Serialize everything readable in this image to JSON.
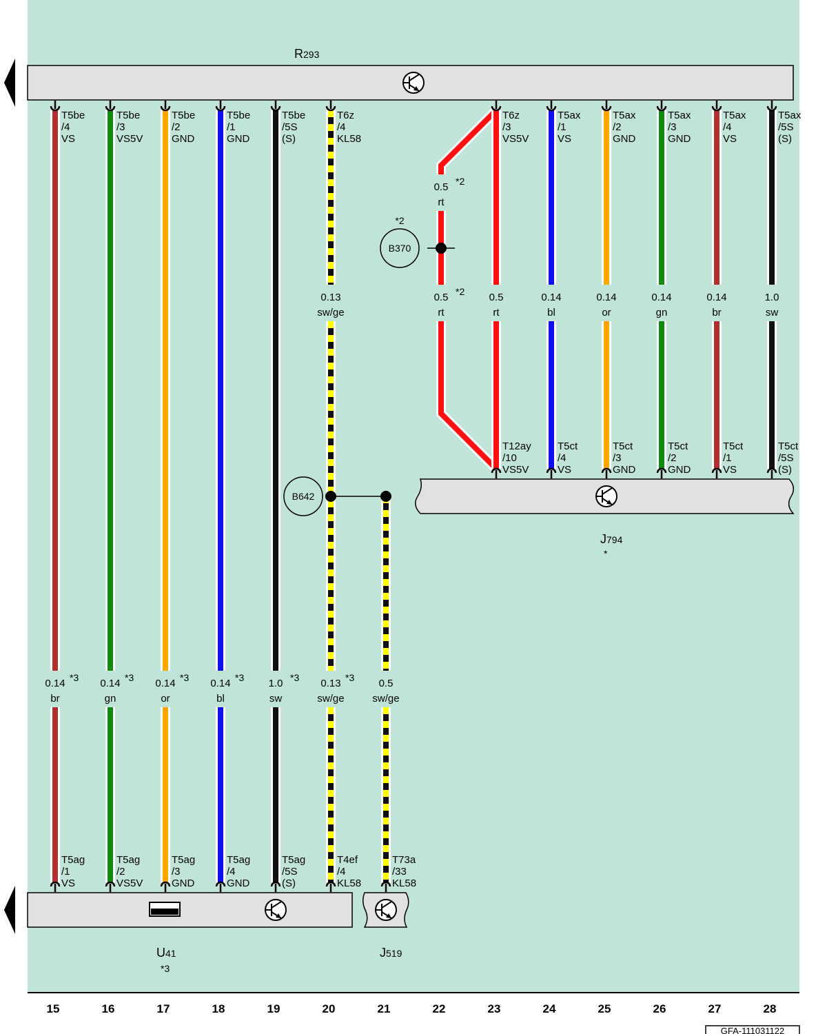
{
  "document_id": "GFA-111031122",
  "background_color": "#c0e4d8",
  "wire_colors": {
    "br": "#b03030",
    "gn": "#108a10",
    "or": "#ffa500",
    "bl": "#1010ee",
    "sw": "#101010",
    "rt": "#ff1010",
    "ge": "#ffff00"
  },
  "components": {
    "R293": {
      "label": "R",
      "sub": "293",
      "icon": "transistor-icon"
    },
    "J794": {
      "label": "J",
      "sub": "794",
      "note": "*",
      "icon": "transistor-icon"
    },
    "U41": {
      "label": "U",
      "sub": "41",
      "note": "*3",
      "icons": [
        "connector-icon",
        "transistor-icon"
      ]
    },
    "J519": {
      "label": "J",
      "sub": "519",
      "icon": "transistor-icon"
    }
  },
  "splices": [
    {
      "id": "B370",
      "label": "B370",
      "note": "*2"
    },
    {
      "id": "B642",
      "label": "B642"
    }
  ],
  "column_numbers": [
    "15",
    "16",
    "17",
    "18",
    "19",
    "20",
    "21",
    "22",
    "23",
    "24",
    "25",
    "26",
    "27",
    "28"
  ],
  "top_pins": [
    {
      "conn": "T5be",
      "pin": "/4",
      "sig": "VS"
    },
    {
      "conn": "T5be",
      "pin": "/3",
      "sig": "VS5V"
    },
    {
      "conn": "T5be",
      "pin": "/2",
      "sig": "GND"
    },
    {
      "conn": "T5be",
      "pin": "/1",
      "sig": "GND"
    },
    {
      "conn": "T5be",
      "pin": "/5S",
      "sig": "(S)"
    },
    {
      "conn": "T6z",
      "pin": "/4",
      "sig": "KL58"
    },
    {
      "conn": "T6z",
      "pin": "/3",
      "sig": "VS5V"
    },
    {
      "conn": "T5ax",
      "pin": "/1",
      "sig": "VS"
    },
    {
      "conn": "T5ax",
      "pin": "/2",
      "sig": "GND"
    },
    {
      "conn": "T5ax",
      "pin": "/3",
      "sig": "GND"
    },
    {
      "conn": "T5ax",
      "pin": "/4",
      "sig": "VS"
    },
    {
      "conn": "T5ax",
      "pin": "/5S",
      "sig": "(S)"
    }
  ],
  "j794_pins": [
    {
      "conn": "T12ay",
      "pin": "/10",
      "sig": "VS5V"
    },
    {
      "conn": "T5ct",
      "pin": "/4",
      "sig": "VS"
    },
    {
      "conn": "T5ct",
      "pin": "/3",
      "sig": "GND"
    },
    {
      "conn": "T5ct",
      "pin": "/2",
      "sig": "GND"
    },
    {
      "conn": "T5ct",
      "pin": "/1",
      "sig": "VS"
    },
    {
      "conn": "T5ct",
      "pin": "/5S",
      "sig": "(S)"
    }
  ],
  "bottom_pins": [
    {
      "conn": "T5ag",
      "pin": "/1",
      "sig": "VS"
    },
    {
      "conn": "T5ag",
      "pin": "/2",
      "sig": "VS5V"
    },
    {
      "conn": "T5ag",
      "pin": "/3",
      "sig": "GND"
    },
    {
      "conn": "T5ag",
      "pin": "/4",
      "sig": "GND"
    },
    {
      "conn": "T5ag",
      "pin": "/5S",
      "sig": "(S)"
    },
    {
      "conn": "T4ef",
      "pin": "/4",
      "sig": "KL58"
    },
    {
      "conn": "T73a",
      "pin": "/33",
      "sig": "KL58"
    }
  ],
  "wire_labels_upper": [
    {
      "gauge": "0.13",
      "color": "sw/ge"
    },
    {
      "gauge": "0.5",
      "color": "rt",
      "note": "*2"
    },
    {
      "gauge": "0.5",
      "color": "rt",
      "note": "*2"
    },
    {
      "gauge": "0.5",
      "color": "rt"
    },
    {
      "gauge": "0.14",
      "color": "bl"
    },
    {
      "gauge": "0.14",
      "color": "or"
    },
    {
      "gauge": "0.14",
      "color": "gn"
    },
    {
      "gauge": "0.14",
      "color": "br"
    },
    {
      "gauge": "1.0",
      "color": "sw"
    }
  ],
  "wire_labels_lower": [
    {
      "gauge": "0.14",
      "color": "br",
      "note": "*3"
    },
    {
      "gauge": "0.14",
      "color": "gn",
      "note": "*3"
    },
    {
      "gauge": "0.14",
      "color": "or",
      "note": "*3"
    },
    {
      "gauge": "0.14",
      "color": "bl",
      "note": "*3"
    },
    {
      "gauge": "1.0",
      "color": "sw",
      "note": "*3"
    },
    {
      "gauge": "0.13",
      "color": "sw/ge",
      "note": "*3"
    },
    {
      "gauge": "0.5",
      "color": "sw/ge"
    }
  ]
}
